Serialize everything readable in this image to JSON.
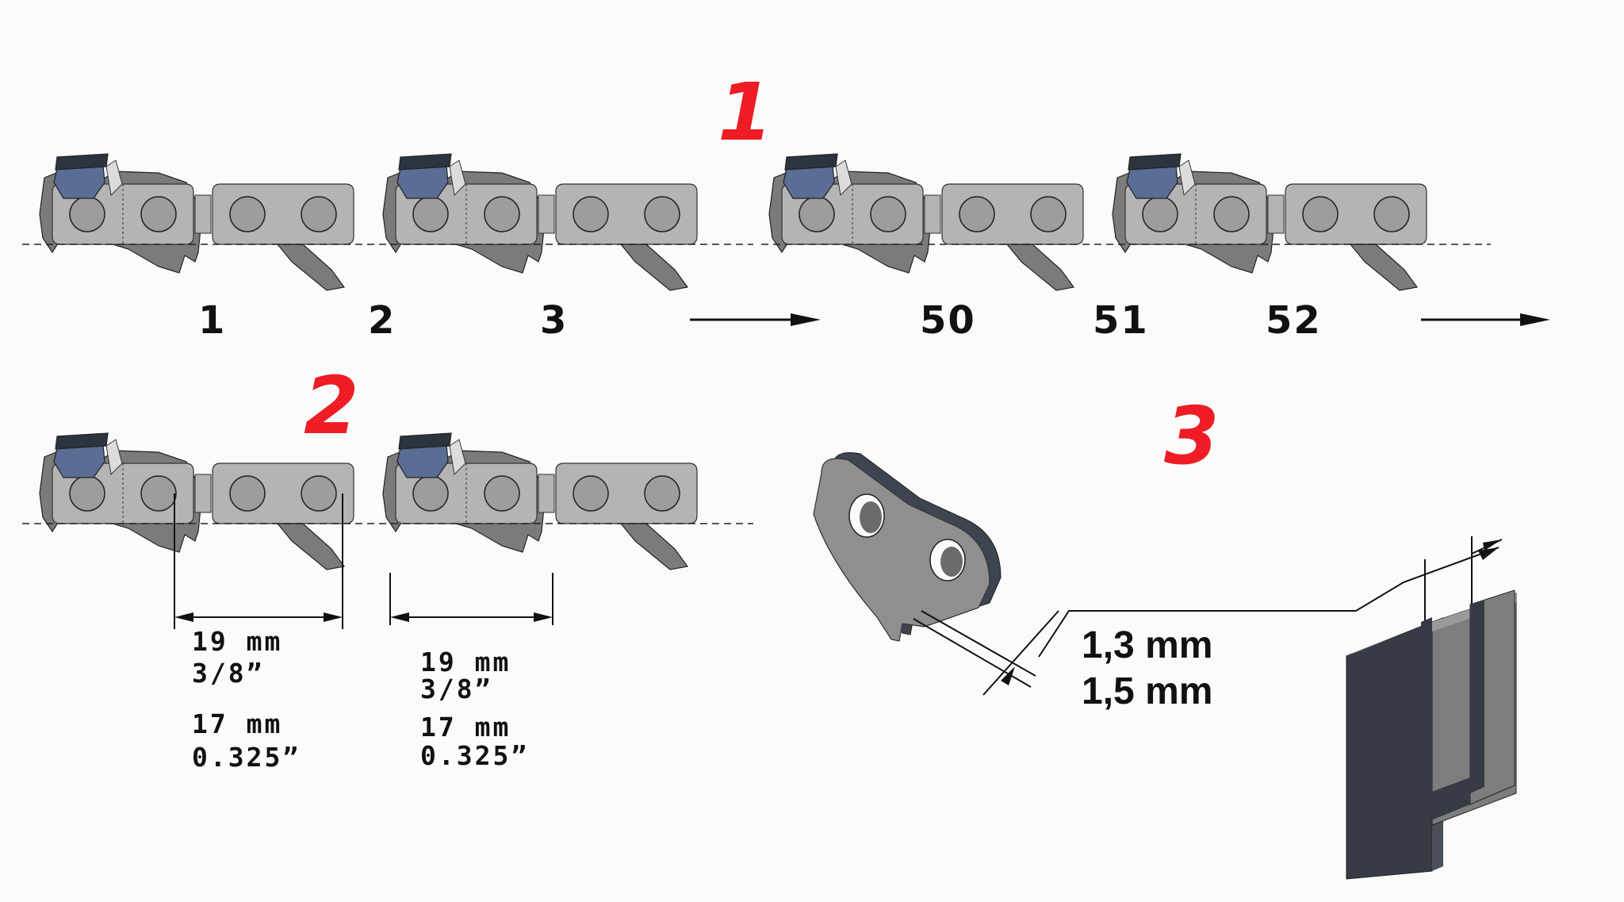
{
  "colors": {
    "background": "#fbfbfb",
    "drive_link": "#7b7b7b",
    "side_link": "#b4b4b4",
    "rivet": "#9d9d9d",
    "cutter_top": "#2d3440",
    "cutter_blue": "#5a6d95",
    "section_number": "#ee1c24",
    "outline": "#222222",
    "drive_link_3d": "#8f8f8f",
    "channel_front": "#363b46",
    "channel_side": "#7d7d7d"
  },
  "icons": [
    "chainsaw-chain-icon",
    "drive-link-icon",
    "bar-groove-icon",
    "arrow-right-icon"
  ],
  "sections": [
    {
      "id": "1",
      "label": "1"
    },
    {
      "id": "2",
      "label": "2"
    },
    {
      "id": "3",
      "label": "3"
    }
  ],
  "section1": {
    "link_counts_left": [
      "1",
      "2",
      "3"
    ],
    "link_counts_right": [
      "50",
      "51",
      "52"
    ]
  },
  "section2": {
    "pitch_left": {
      "metric": "19 mm",
      "imperial": "3/8”",
      "metric_alt": "17 mm",
      "imperial_alt": "0.325”"
    },
    "pitch_right": {
      "metric": "19 mm",
      "imperial": "3/8”",
      "metric_alt": "17 mm",
      "imperial_alt": "0.325”"
    }
  },
  "section3": {
    "gauges": [
      "1,3 mm",
      "1,5 mm"
    ]
  }
}
